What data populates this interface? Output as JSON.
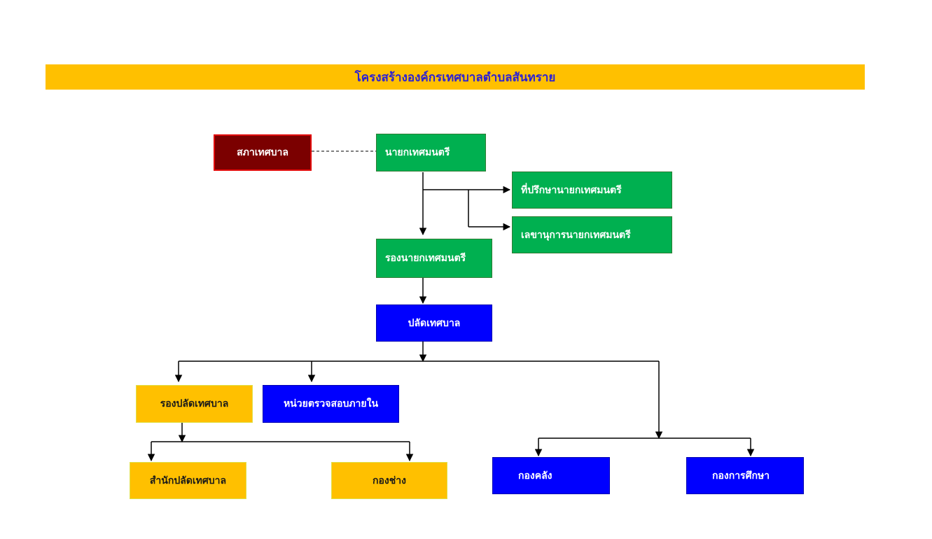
{
  "title": "โครงสร้างองค์กรเทศบาลตำบลสันทราย",
  "colors": {
    "title_bar": "#ffc000",
    "title_text": "#2a1fd6",
    "council": "#7b0000",
    "executive": "#00b050",
    "clerk": "#0000ff",
    "division": "#ffc000"
  },
  "nodes": {
    "council": "สภาเทศบาล",
    "mayor": "นายกเทศมนตรี",
    "advisor": "ที่ปรึกษานายกเทศมนตรี",
    "secretary": "เลขานุการนายกเทศมนตรี",
    "deputy_mayor": "รองนายกเทศมนตรี",
    "municipal_clerk": "ปลัดเทศบาล",
    "deputy_clerk": "รองปลัดเทศบาล",
    "internal_audit": "หน่วยตรวจสอบภายใน",
    "clerk_office": "สำนักปลัดเทศบาล",
    "engineering": "กองช่าง",
    "finance": "กองคลัง",
    "education": "กองการศึกษา"
  }
}
